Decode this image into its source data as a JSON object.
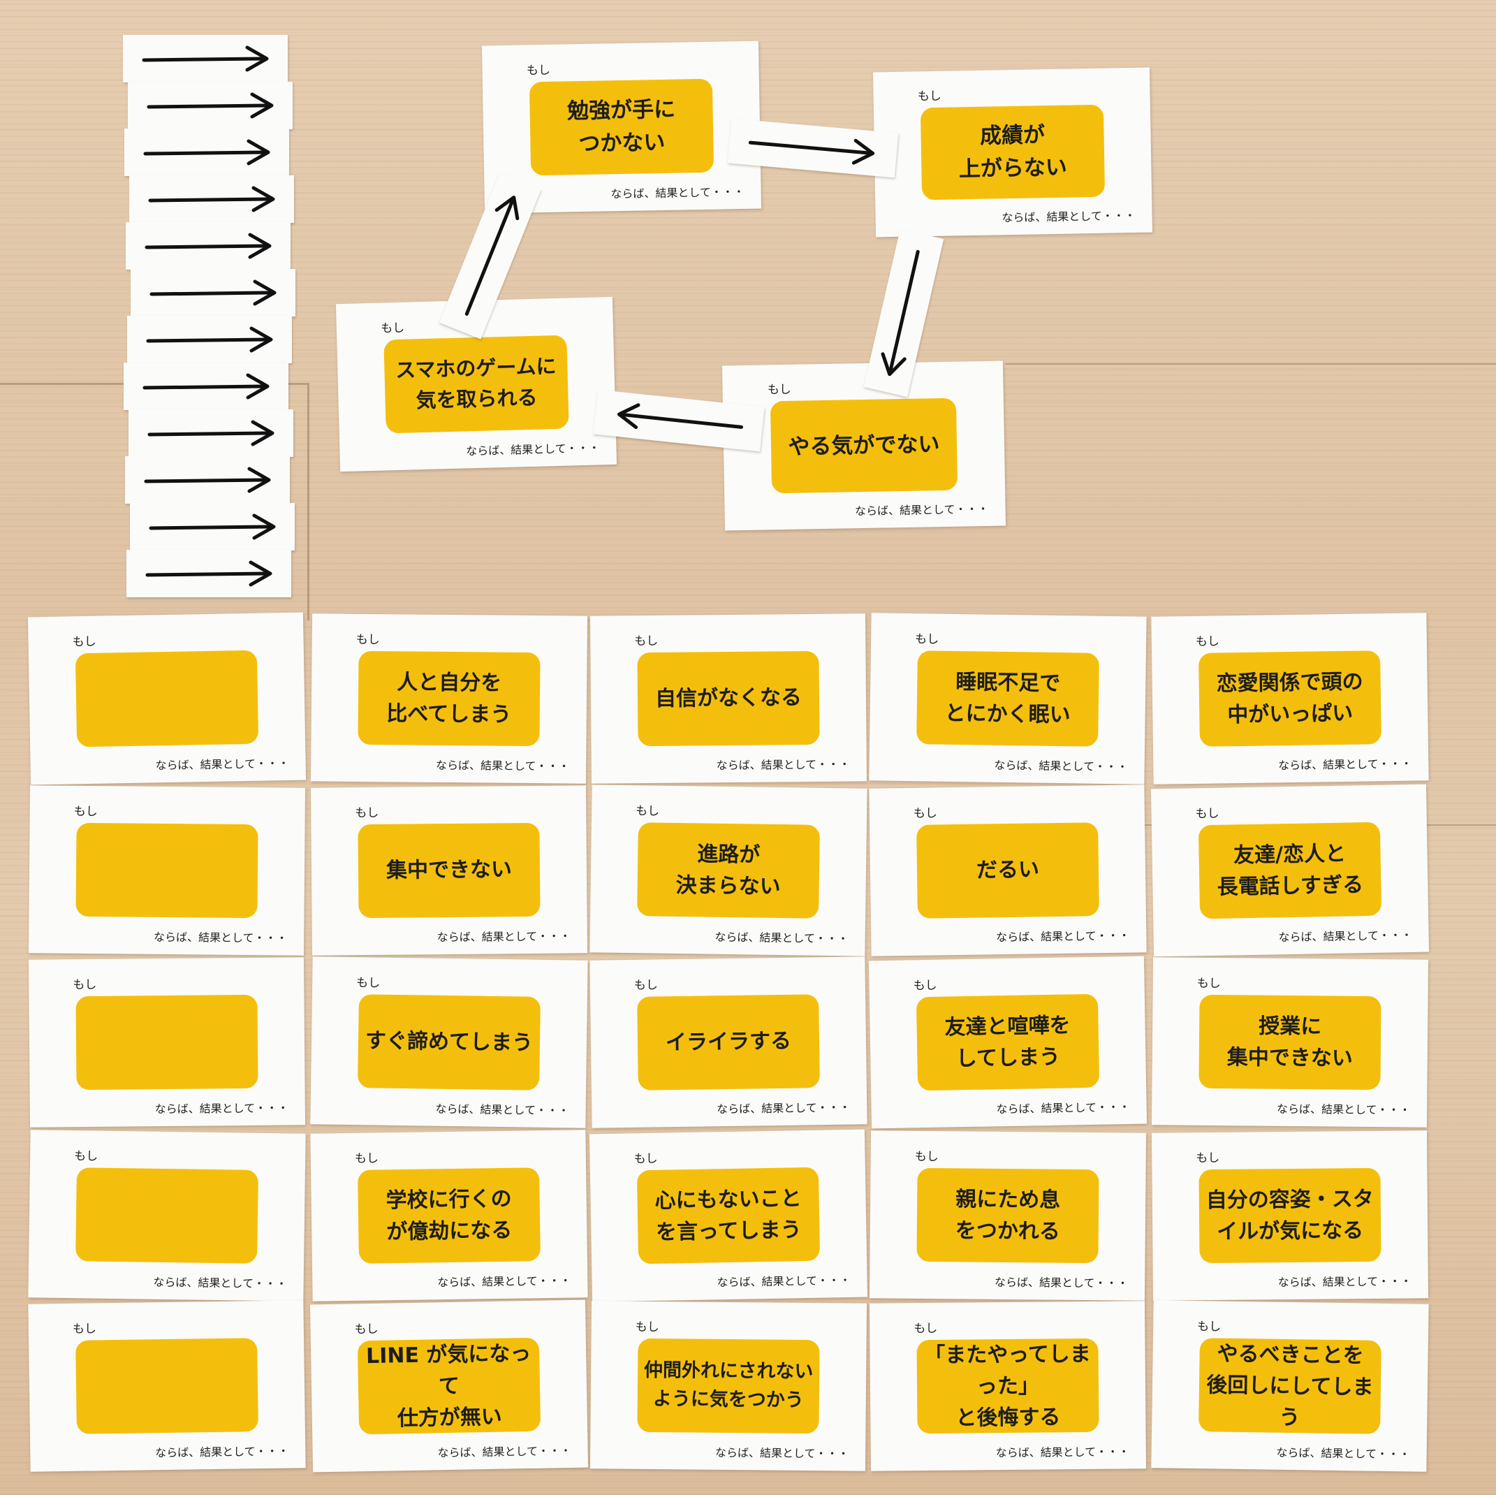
{
  "card_prefix": "もし",
  "card_suffix": "ならば、結果として・・・",
  "loop_cards": [
    {
      "text": "勉強が手に\nつかない"
    },
    {
      "text": "成績が\n上がらない"
    },
    {
      "text": "やる気がでない"
    },
    {
      "text": "スマホのゲームに\n気を取られる"
    }
  ],
  "grid_cards": [
    {
      "text": ""
    },
    {
      "text": "人と自分を\n比べてしまう"
    },
    {
      "text": "自信がなくなる"
    },
    {
      "text": "睡眠不足で\nとにかく眠い"
    },
    {
      "text": "恋愛関係で頭の\n中がいっぱい"
    },
    {
      "text": ""
    },
    {
      "text": "集中できない"
    },
    {
      "text": "進路が\n決まらない"
    },
    {
      "text": "だるい"
    },
    {
      "text": "友達/恋人と\n長電話しすぎる"
    },
    {
      "text": ""
    },
    {
      "text": "すぐ諦めてしまう"
    },
    {
      "text": "イライラする"
    },
    {
      "text": "友達と喧嘩を\nしてしまう"
    },
    {
      "text": "授業に\n集中できない"
    },
    {
      "text": ""
    },
    {
      "text": "学校に行くの\nが億劫になる"
    },
    {
      "text": "心にもないこと\nを言ってしまう"
    },
    {
      "text": "親にため息\nをつかれる"
    },
    {
      "text": "自分の容姿・スタ\nイルが気になる"
    },
    {
      "text": ""
    },
    {
      "text": "LINE が気になって\n仕方が無い"
    },
    {
      "text": "仲間外れにされない\nように気をつかう"
    },
    {
      "text": "「またやってしまった」\nと後悔する"
    },
    {
      "text": "やるべきことを\n後回しにしてしまう"
    }
  ],
  "arrow_stack_count": 12,
  "colors": {
    "card_fill": "#f4bf0c",
    "card_paper": "#fbfbfa",
    "arrow": "#111111"
  }
}
